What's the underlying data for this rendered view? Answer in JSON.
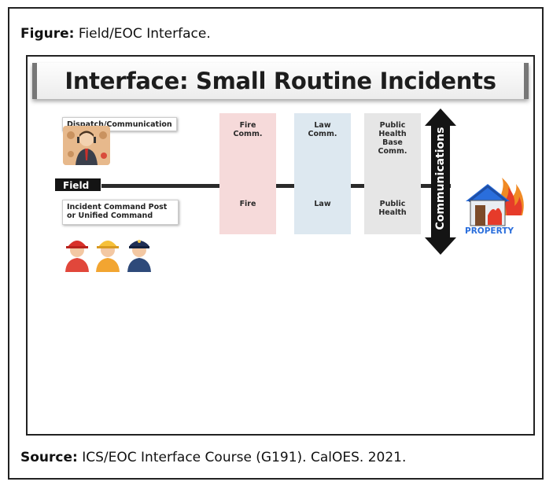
{
  "figure_caption": {
    "label": "Figure:",
    "text": "Field/EOC Interface."
  },
  "source_caption": {
    "label": "Source:",
    "text": "ICS/EOC Interface Course (G191). CalOES. 2021."
  },
  "diagram": {
    "title": "Interface: Small Routine Incidents",
    "dispatch_label": "Dispatch/Communication",
    "field_label": "Field",
    "icp_label_line1": "Incident Command Post",
    "icp_label_line2": "or Unified Command",
    "columns": [
      {
        "top": "Fire\nComm.",
        "bottom": "Fire"
      },
      {
        "top": "Law\nComm.",
        "bottom": "Law"
      },
      {
        "top": "Public\nHealth\nBase\nComm.",
        "bottom": "Public\nHealth"
      }
    ],
    "communications_label": "Communications",
    "property_label": "PROPERTY"
  }
}
